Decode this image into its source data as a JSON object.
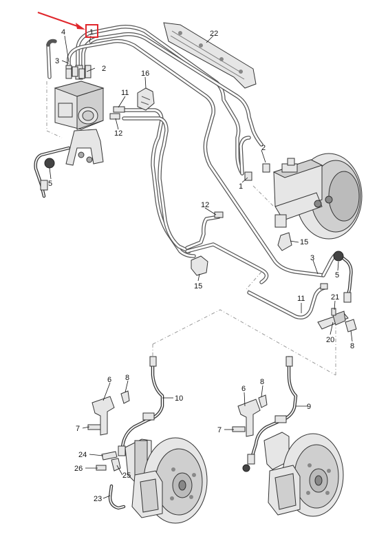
{
  "diagram": {
    "highlight_color": "#e0262b",
    "labels": {
      "l1_top": "1",
      "l2_top": "2",
      "l3_top": "3",
      "l4": "4",
      "l22": "22",
      "l16": "16",
      "l11_top": "11",
      "l12_top": "12",
      "l5_left": "5",
      "l2_mid": "2",
      "l1_mid": "1",
      "l12_mid": "12",
      "l15_right": "15",
      "l15_mid": "15",
      "l3_right": "3",
      "l5_right": "5",
      "l11_bottom": "11",
      "l21": "21",
      "l20": "20",
      "l8_right": "8",
      "l6_left": "6",
      "l8_left": "8",
      "l10": "10",
      "l7_left": "7",
      "l24": "24",
      "l26": "26",
      "l25": "25",
      "l23": "23",
      "l6_right": "6",
      "l8_rightwheel": "8",
      "l9": "9",
      "l7_right": "7"
    }
  }
}
